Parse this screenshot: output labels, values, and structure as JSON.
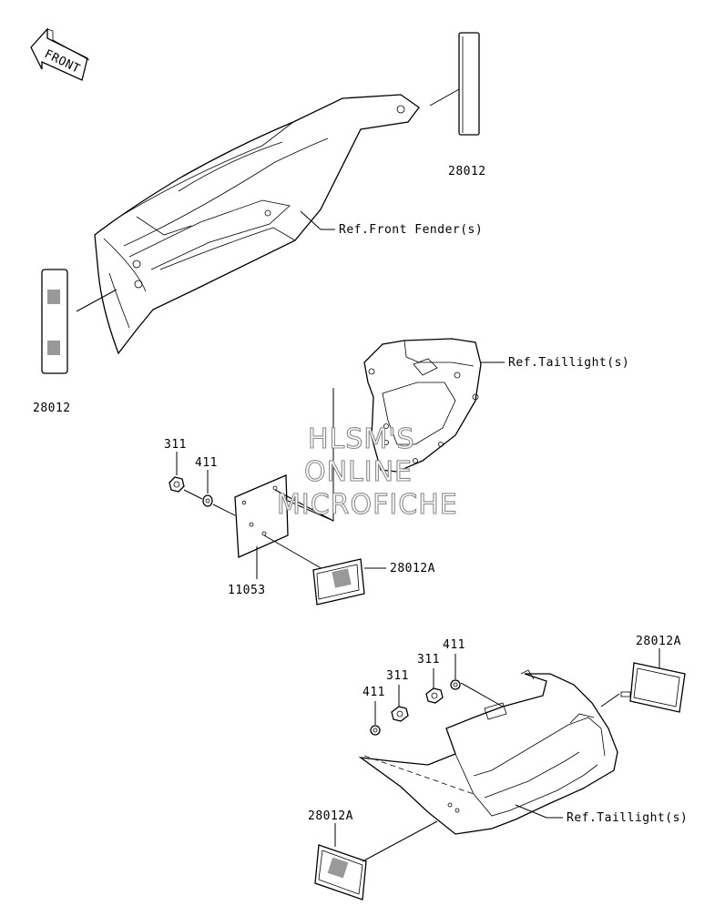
{
  "front_label": "FRONT",
  "watermark": [
    "HLSM'S",
    "ONLINE",
    "MICROFICHE"
  ],
  "labels": {
    "reflector_top_right": "28012",
    "reflector_left": "28012",
    "ref_front_fender": "Ref.Front Fender(s)",
    "ref_taillight_upper": "Ref.Taillight(s)",
    "ref_taillight_lower": "Ref.Taillight(s)",
    "nut_upper": "311",
    "washer_upper": "411",
    "bracket": "11053",
    "reflector_bracket": "28012A",
    "reflector_lower_right": "28012A",
    "reflector_lower_left": "28012A",
    "nut_lower_a": "311",
    "washer_lower_a": "411",
    "nut_lower_b": "311",
    "washer_lower_b": "411"
  }
}
